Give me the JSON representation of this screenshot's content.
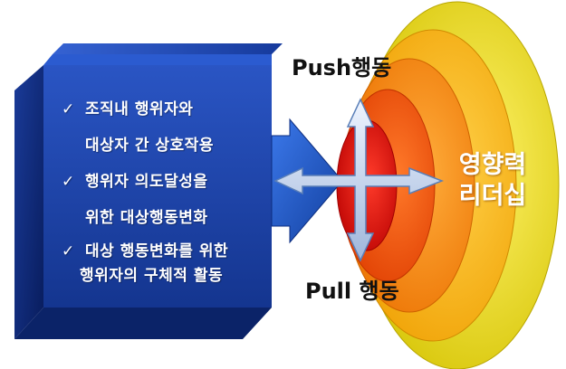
{
  "box": {
    "bullets": [
      {
        "mark": "✓",
        "lines": [
          "조직내 행위자와",
          "대상자 간 상호작용"
        ]
      },
      {
        "mark": "✓",
        "lines": [
          "행위자 의도달성을",
          "위한 대상행동변화"
        ]
      },
      {
        "mark": "✓",
        "lines": [
          "대상 행동변화를 위한",
          "행위자의 구체적 활동"
        ]
      }
    ]
  },
  "labels": {
    "push": "Push행동",
    "pull": "Pull 행동",
    "center_line1": "영향력",
    "center_line2": "리더십"
  },
  "colors": {
    "box_front": "#1d43a8",
    "box_side": "#0a2470",
    "arrow_blue": "#1f5fd6",
    "rings": [
      "#e6d800",
      "#f6a800",
      "#f07a00",
      "#e84400",
      "#d60000"
    ],
    "cross_arrow": "#c9d8ef"
  }
}
